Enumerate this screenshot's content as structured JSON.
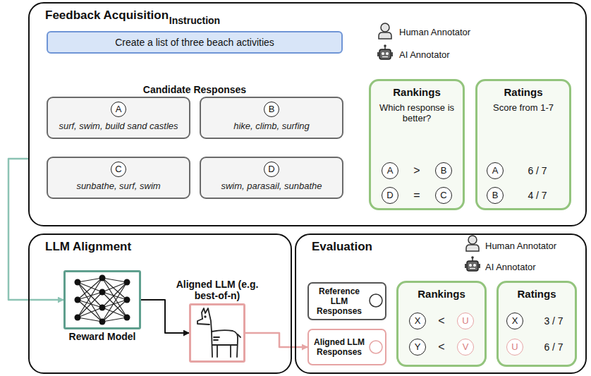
{
  "diagram": {
    "nodes": [
      {
        "text": [
          "Feedback Acquisition"
        ]
      },
      {
        "text": [
          "Instruction",
          "Create a list of three beach activities"
        ],
        "in": 0
      },
      {
        "text": [
          "A",
          "surf, swim, build sand castles"
        ],
        "in": 0
      },
      {
        "text": [
          "B",
          "hike, climb, surfing"
        ],
        "in": 0
      },
      {
        "text": [
          "C",
          "sunbathe, surf, swim"
        ],
        "in": 0
      },
      {
        "text": [
          "D",
          "swim, parasail, sunbathe"
        ],
        "in": 0
      },
      {
        "text": [
          "Rankings",
          "Which response is better?"
        ],
        "in": 0
      },
      {
        "text": [
          "Ratings",
          "Score from 1-7"
        ],
        "in": 0
      },
      {
        "text": [
          "LLM Alignment"
        ]
      },
      {
        "text": [
          "Reward Model"
        ],
        "in": 8
      },
      {
        "text": [
          "Aligned LLM (e.g. best-of-n)"
        ],
        "in": 8
      },
      {
        "text": [
          "Evaluation"
        ]
      },
      {
        "text": [
          "Reference LLM Responses"
        ],
        "in": 11
      },
      {
        "text": [
          "Aligned LLM Responses"
        ],
        "in": 11
      },
      {
        "text": [
          "Rankings"
        ],
        "in": 11
      },
      {
        "text": [
          "Ratings"
        ],
        "in": 11
      }
    ],
    "edges": [
      {
        "from": 0,
        "to": 9,
        "arrow": "to"
      },
      {
        "from": 9,
        "to": 10,
        "arrow": "to"
      },
      {
        "from": 10,
        "to": 13,
        "arrow": "to"
      }
    ],
    "labels": [
      "Candidate Responses",
      "Human Annotator",
      "AI Annotator",
      "A",
      ">",
      "B",
      "D",
      "=",
      "C",
      "A",
      "6 / 7",
      "B",
      "4 / 7",
      "Human Annotator",
      "AI Annotator",
      "X",
      "<",
      "U",
      "Y",
      "<",
      "V",
      "X",
      "3 / 7",
      "U",
      "6 / 7"
    ]
  }
}
